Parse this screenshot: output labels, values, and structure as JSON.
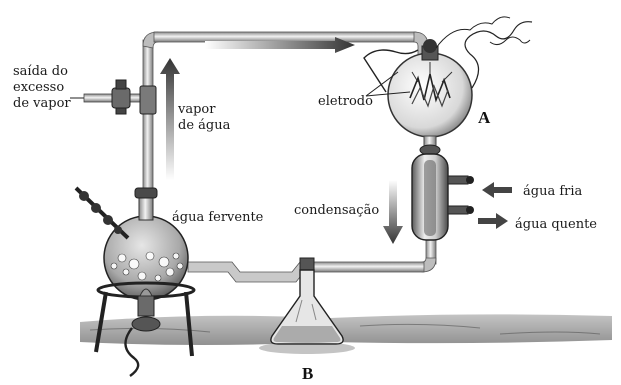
{
  "labels": {
    "excess_steam_line1": "saída do",
    "excess_steam_line2": "excesso",
    "excess_steam_line3": "de vapor",
    "water_vapor_line1": "vapor",
    "water_vapor_line2": "de água",
    "electrode": "eletrodo",
    "flask_a": "A",
    "boiling_water": "água fervente",
    "condensation": "condensação",
    "cold_water": "água fria",
    "hot_water": "água quente",
    "flask_b": "B"
  },
  "colors": {
    "ink": "#1a1a1a",
    "glass": "#d9d9d9",
    "tube": "#cfcfcf",
    "ground": "#9a9a9a"
  }
}
